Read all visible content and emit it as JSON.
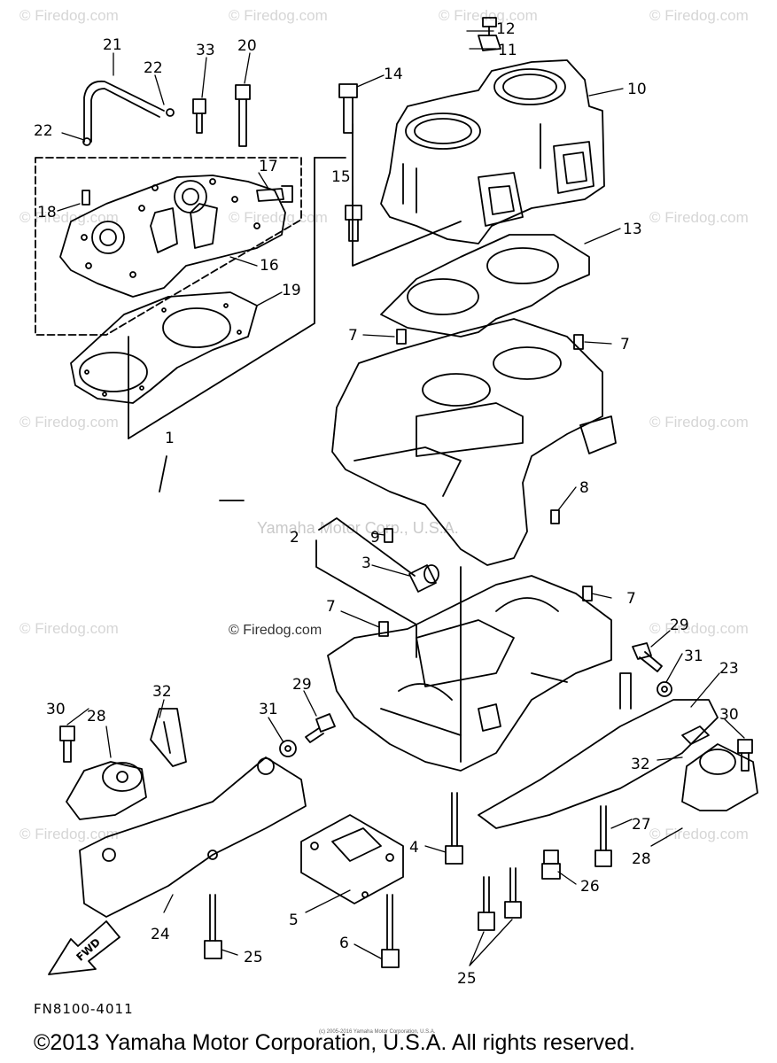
{
  "watermark": {
    "text": "© Firedog.com",
    "center_text": "Yamaha Motor Corp., U.S.A.",
    "body_text": "© Firedog.com"
  },
  "diagram": {
    "code": "FN8100-4011",
    "fwd_label": "FWD",
    "callouts": [
      "1",
      "2",
      "3",
      "4",
      "5",
      "6",
      "7",
      "8",
      "9",
      "10",
      "11",
      "12",
      "13",
      "14",
      "15",
      "16",
      "17",
      "18",
      "19",
      "20",
      "21",
      "22",
      "23",
      "24",
      "25",
      "26",
      "27",
      "28",
      "29",
      "30",
      "31",
      "32",
      "33"
    ]
  },
  "footer": {
    "copyright": "©2013 Yamaha Motor Corporation, U.S.A. All rights reserved.",
    "tiny": "(c) 2005-2016 Yamaha Motor Corporation, U.S.A."
  }
}
